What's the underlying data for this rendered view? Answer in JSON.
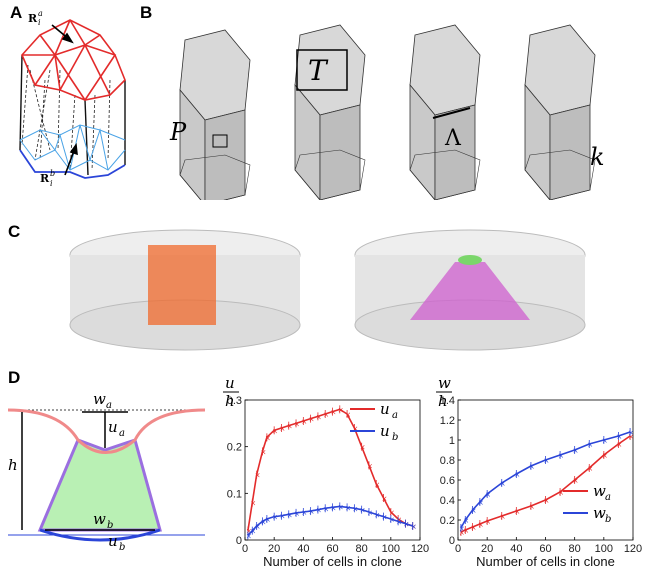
{
  "panels": {
    "a": "A",
    "b": "B",
    "c": "C",
    "d": "D"
  },
  "panel_a": {
    "top_label": "R",
    "top_sub": "i",
    "top_sup": "a",
    "bottom_label": "R",
    "bottom_sub": "i",
    "bottom_sup": "b"
  },
  "panel_b": {
    "pressure": "P",
    "tension": "T",
    "lambda": "Λ",
    "spring": "k"
  },
  "panel_d_diagram": {
    "wa": "w",
    "wa_sub": "a",
    "ua": "u",
    "ua_sub": "a",
    "h": "h",
    "wb": "w",
    "wb_sub": "b",
    "ub": "u",
    "ub_sub": "b"
  },
  "colors": {
    "red": "#e32b2b",
    "blue": "#2b45d8",
    "green": "#b9f0b4",
    "purple": "#9b6fe0",
    "orange": "#f06a2c",
    "magenta": "#cf5fcf"
  },
  "chart_data": [
    {
      "type": "line",
      "title": "",
      "xlabel": "Number of cells in clone",
      "ylabel_num": "u",
      "ylabel_den": "h",
      "xlim": [
        0,
        120
      ],
      "ylim": [
        0,
        0.3
      ],
      "xticks": [
        "0",
        "20",
        "40",
        "60",
        "80",
        "100",
        "120"
      ],
      "yticks": [
        "0",
        "0.1",
        "0.2",
        "0.3"
      ],
      "legend_position": "top-right",
      "series": [
        {
          "name": "u",
          "sub": "a",
          "color": "#e32b2b",
          "x": [
            2,
            5,
            8,
            12,
            15,
            20,
            25,
            30,
            35,
            40,
            45,
            50,
            55,
            60,
            65,
            70,
            75,
            80,
            85,
            90,
            95,
            100,
            105,
            110,
            115
          ],
          "y": [
            0.02,
            0.08,
            0.14,
            0.19,
            0.22,
            0.235,
            0.24,
            0.245,
            0.25,
            0.255,
            0.26,
            0.265,
            0.27,
            0.275,
            0.28,
            0.27,
            0.24,
            0.2,
            0.16,
            0.12,
            0.09,
            0.06,
            0.045,
            0.035,
            0.03
          ]
        },
        {
          "name": "u",
          "sub": "b",
          "color": "#2b45d8",
          "x": [
            2,
            5,
            8,
            12,
            15,
            20,
            25,
            30,
            35,
            40,
            45,
            50,
            55,
            60,
            65,
            70,
            75,
            80,
            85,
            90,
            95,
            100,
            105,
            110,
            115
          ],
          "y": [
            0.01,
            0.02,
            0.03,
            0.04,
            0.045,
            0.05,
            0.052,
            0.055,
            0.058,
            0.06,
            0.062,
            0.065,
            0.068,
            0.07,
            0.072,
            0.07,
            0.068,
            0.065,
            0.06,
            0.055,
            0.05,
            0.045,
            0.04,
            0.035,
            0.03
          ]
        }
      ]
    },
    {
      "type": "line",
      "title": "",
      "xlabel": "Number of cells in clone",
      "ylabel_num": "w",
      "ylabel_den": "h",
      "xlim": [
        0,
        120
      ],
      "ylim": [
        0,
        1.4
      ],
      "xticks": [
        "0",
        "20",
        "40",
        "60",
        "80",
        "100",
        "120"
      ],
      "yticks": [
        "0",
        "0.2",
        "0.4",
        "0.6",
        "0.8",
        "1",
        "1.2",
        "1.4"
      ],
      "legend_position": "bottom-right",
      "series": [
        {
          "name": "w",
          "sub": "a",
          "color": "#e32b2b",
          "x": [
            2,
            5,
            10,
            15,
            20,
            30,
            40,
            50,
            60,
            70,
            80,
            90,
            100,
            110,
            118
          ],
          "y": [
            0.08,
            0.1,
            0.13,
            0.16,
            0.19,
            0.24,
            0.29,
            0.34,
            0.4,
            0.48,
            0.6,
            0.72,
            0.85,
            0.96,
            1.04
          ]
        },
        {
          "name": "w",
          "sub": "b",
          "color": "#2b45d8",
          "x": [
            2,
            5,
            10,
            15,
            20,
            30,
            40,
            50,
            60,
            70,
            80,
            90,
            100,
            110,
            118
          ],
          "y": [
            0.12,
            0.2,
            0.3,
            0.38,
            0.46,
            0.57,
            0.66,
            0.74,
            0.8,
            0.85,
            0.9,
            0.96,
            1.0,
            1.04,
            1.08
          ]
        }
      ]
    }
  ]
}
